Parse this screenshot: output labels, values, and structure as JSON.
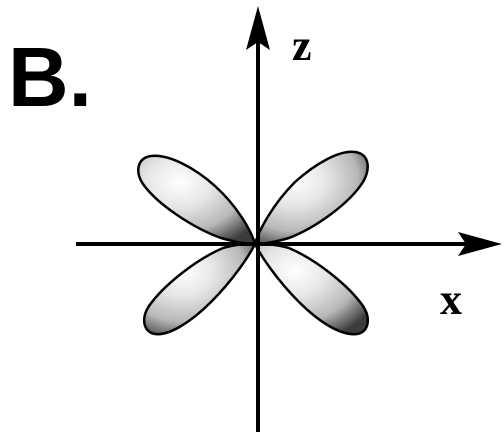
{
  "panel": {
    "label": "B."
  },
  "axes": {
    "vertical_label": "z",
    "horizontal_label": "x"
  },
  "orbital": {
    "lobe_count": 4,
    "shading": "gray-metallic",
    "colors": {
      "highlight": "#ffffff",
      "mid": "#b8b8b8",
      "shadow": "#3c3c3c",
      "outline": "#000000"
    }
  }
}
